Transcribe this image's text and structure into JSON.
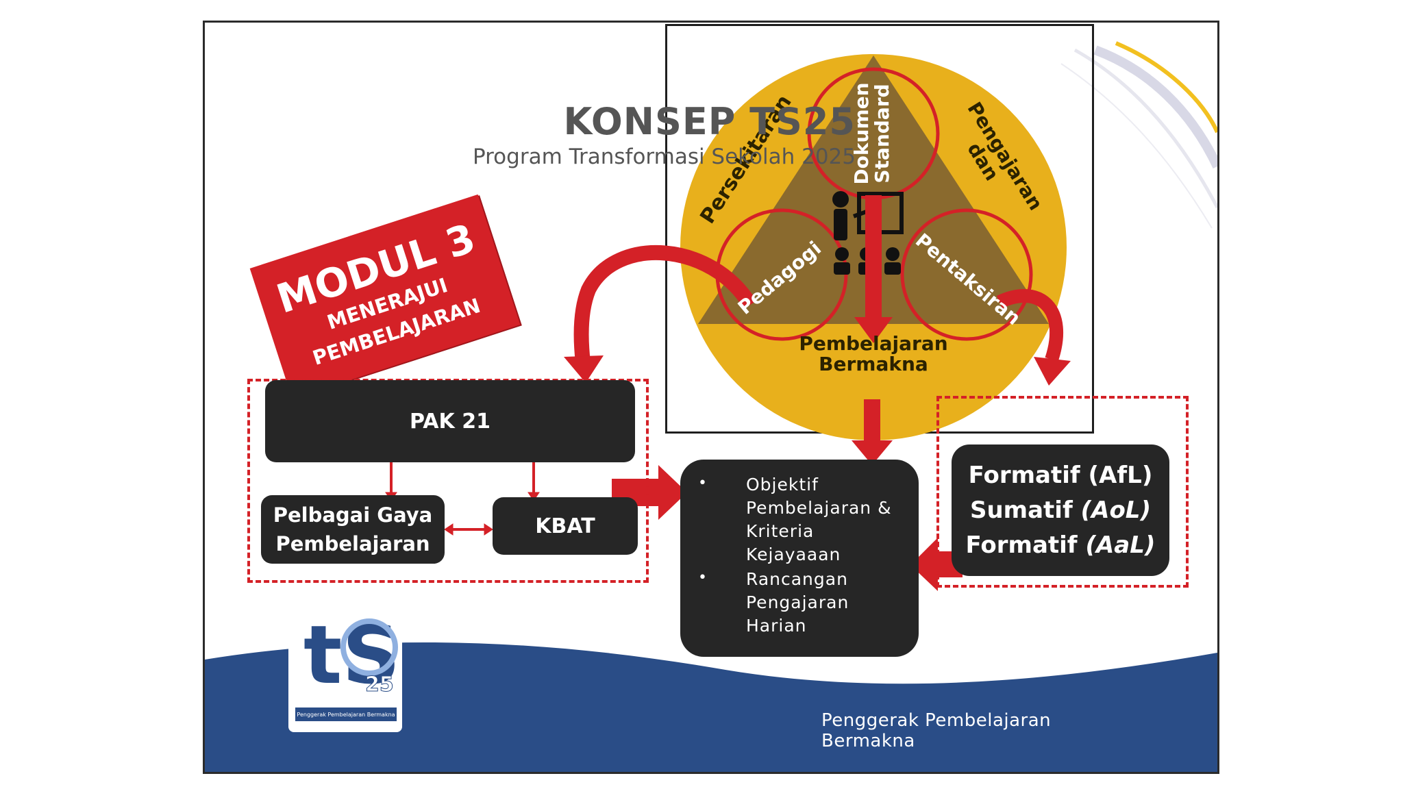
{
  "header": {
    "title": "KONSEP TS25",
    "subtitle": "Program Transformasi Sekolah 2025"
  },
  "module_tag": {
    "line1": "MODUL 3",
    "line2": "MENERAJUI",
    "line3": "PEMBELAJARAN"
  },
  "triangle_diagram": {
    "top_circle": "Dokumen Standard",
    "top_circle_line1": "Dokumen",
    "top_circle_line2": "Standard",
    "left_circle": "Pedagogi",
    "right_circle": "Pentaksiran",
    "left_side": "Persekitaran",
    "right_side_line1": "Pengajaran",
    "right_side_line2": "dan",
    "bottom_line1": "Pembelajaran",
    "bottom_line2": "Bermakna"
  },
  "left_group": {
    "pak": "PAK 21",
    "gaya_line1": "Pelbagai Gaya",
    "gaya_line2": "Pembelajaran",
    "kbat": "KBAT"
  },
  "center_box": {
    "bullet": "•",
    "item1_line1": "Objektif",
    "item1_line2": "Pembelajaran &",
    "item1_line3": "Kriteria",
    "item1_line4": "Kejayaaan",
    "item2_line1": "Rancangan",
    "item2_line2": "Pengajaran",
    "item2_line3": "Harian"
  },
  "assessment_box": {
    "line1": "Formatif (AfL)",
    "line2_prefix": "Sumatif ",
    "line2_italic": "(AoL)",
    "line3_prefix": "Formatif ",
    "line3_italic": "(AaL)"
  },
  "footer": {
    "tagline": "Penggerak Pembelajaran Bermakna"
  },
  "logo": {
    "mark": "tS",
    "number": "25",
    "caption": "Penggerak Pembelajaran Bermakna"
  },
  "colors": {
    "accent_red": "#d42127",
    "dark_box": "#262626",
    "gold": "#e8b01c",
    "triangle_brown": "#8a6a2e",
    "wave_blue": "#2a4d87"
  }
}
